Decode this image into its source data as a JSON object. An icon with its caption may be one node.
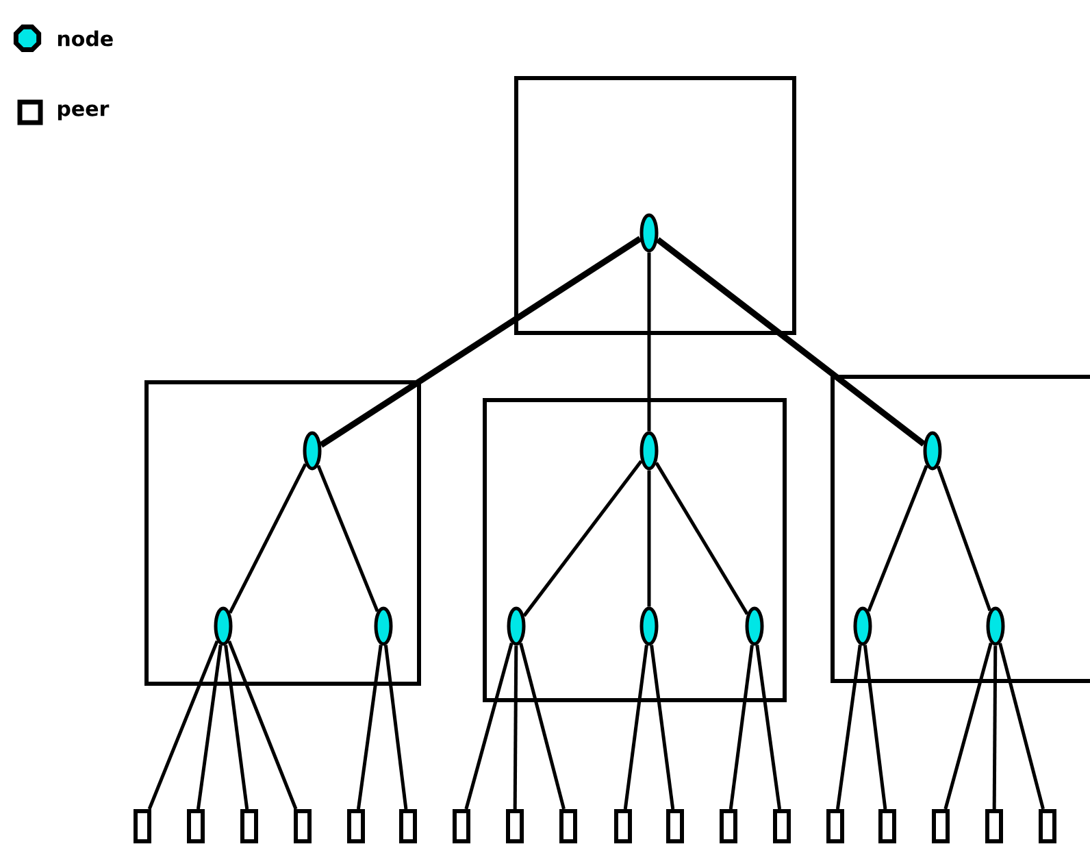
{
  "diagram": {
    "nodes": [
      {
        "text": [],
        "shape": "box"
      },
      {
        "text": [],
        "shape": "circle",
        "in": 0
      },
      {
        "text": [],
        "shape": "box"
      },
      {
        "text": [],
        "shape": "circle",
        "in": 2
      },
      {
        "text": [],
        "shape": "circle",
        "in": 2
      },
      {
        "text": [],
        "shape": "circle",
        "in": 2
      },
      {
        "text": [],
        "shape": "box"
      },
      {
        "text": [],
        "shape": "circle",
        "in": 6
      },
      {
        "text": [],
        "shape": "circle",
        "in": 6
      },
      {
        "text": [],
        "shape": "circle",
        "in": 6
      },
      {
        "text": [],
        "shape": "circle",
        "in": 6
      },
      {
        "text": [],
        "shape": "box"
      },
      {
        "text": [],
        "shape": "circle",
        "in": 11
      },
      {
        "text": [],
        "shape": "circle",
        "in": 11
      },
      {
        "text": [],
        "shape": "circle",
        "in": 11
      },
      {
        "text": [],
        "shape": "box"
      },
      {
        "text": [],
        "shape": "box"
      },
      {
        "text": [],
        "shape": "box"
      },
      {
        "text": [],
        "shape": "box"
      },
      {
        "text": [],
        "shape": "box"
      },
      {
        "text": [],
        "shape": "box"
      },
      {
        "text": [],
        "shape": "box"
      },
      {
        "text": [],
        "shape": "box"
      },
      {
        "text": [],
        "shape": "box"
      },
      {
        "text": [],
        "shape": "box"
      },
      {
        "text": [],
        "shape": "box"
      },
      {
        "text": [],
        "shape": "box"
      },
      {
        "text": [],
        "shape": "box"
      },
      {
        "text": [],
        "shape": "box"
      },
      {
        "text": [],
        "shape": "box"
      },
      {
        "text": [],
        "shape": "box"
      },
      {
        "text": [],
        "shape": "box"
      },
      {
        "text": [],
        "shape": "box"
      }
    ],
    "edges": [
      {
        "from": 1,
        "to": 3,
        "arrow": "none",
        "style": "thick"
      },
      {
        "from": 1,
        "to": 7,
        "arrow": "none"
      },
      {
        "from": 1,
        "to": 12,
        "arrow": "none",
        "style": "thick"
      },
      {
        "from": 3,
        "to": 4,
        "arrow": "none"
      },
      {
        "from": 3,
        "to": 5,
        "arrow": "none"
      },
      {
        "from": 7,
        "to": 8,
        "arrow": "none"
      },
      {
        "from": 7,
        "to": 9,
        "arrow": "none"
      },
      {
        "from": 7,
        "to": 10,
        "arrow": "none"
      },
      {
        "from": 12,
        "to": 13,
        "arrow": "none"
      },
      {
        "from": 12,
        "to": 14,
        "arrow": "none"
      },
      {
        "from": 4,
        "to": 15,
        "arrow": "none"
      },
      {
        "from": 4,
        "to": 16,
        "arrow": "none"
      },
      {
        "from": 4,
        "to": 17,
        "arrow": "none"
      },
      {
        "from": 4,
        "to": 18,
        "arrow": "none"
      },
      {
        "from": 5,
        "to": 19,
        "arrow": "none"
      },
      {
        "from": 5,
        "to": 20,
        "arrow": "none"
      },
      {
        "from": 8,
        "to": 21,
        "arrow": "none"
      },
      {
        "from": 8,
        "to": 22,
        "arrow": "none"
      },
      {
        "from": 8,
        "to": 23,
        "arrow": "none"
      },
      {
        "from": 9,
        "to": 24,
        "arrow": "none"
      },
      {
        "from": 9,
        "to": 25,
        "arrow": "none"
      },
      {
        "from": 10,
        "to": 26,
        "arrow": "none"
      },
      {
        "from": 10,
        "to": 27,
        "arrow": "none"
      },
      {
        "from": 13,
        "to": 28,
        "arrow": "none"
      },
      {
        "from": 13,
        "to": 29,
        "arrow": "none"
      },
      {
        "from": 14,
        "to": 30,
        "arrow": "none"
      },
      {
        "from": 14,
        "to": 31,
        "arrow": "none"
      },
      {
        "from": 14,
        "to": 32,
        "arrow": "none"
      }
    ],
    "legend": [
      {
        "text": "node"
      },
      {
        "text": "peer"
      }
    ]
  }
}
